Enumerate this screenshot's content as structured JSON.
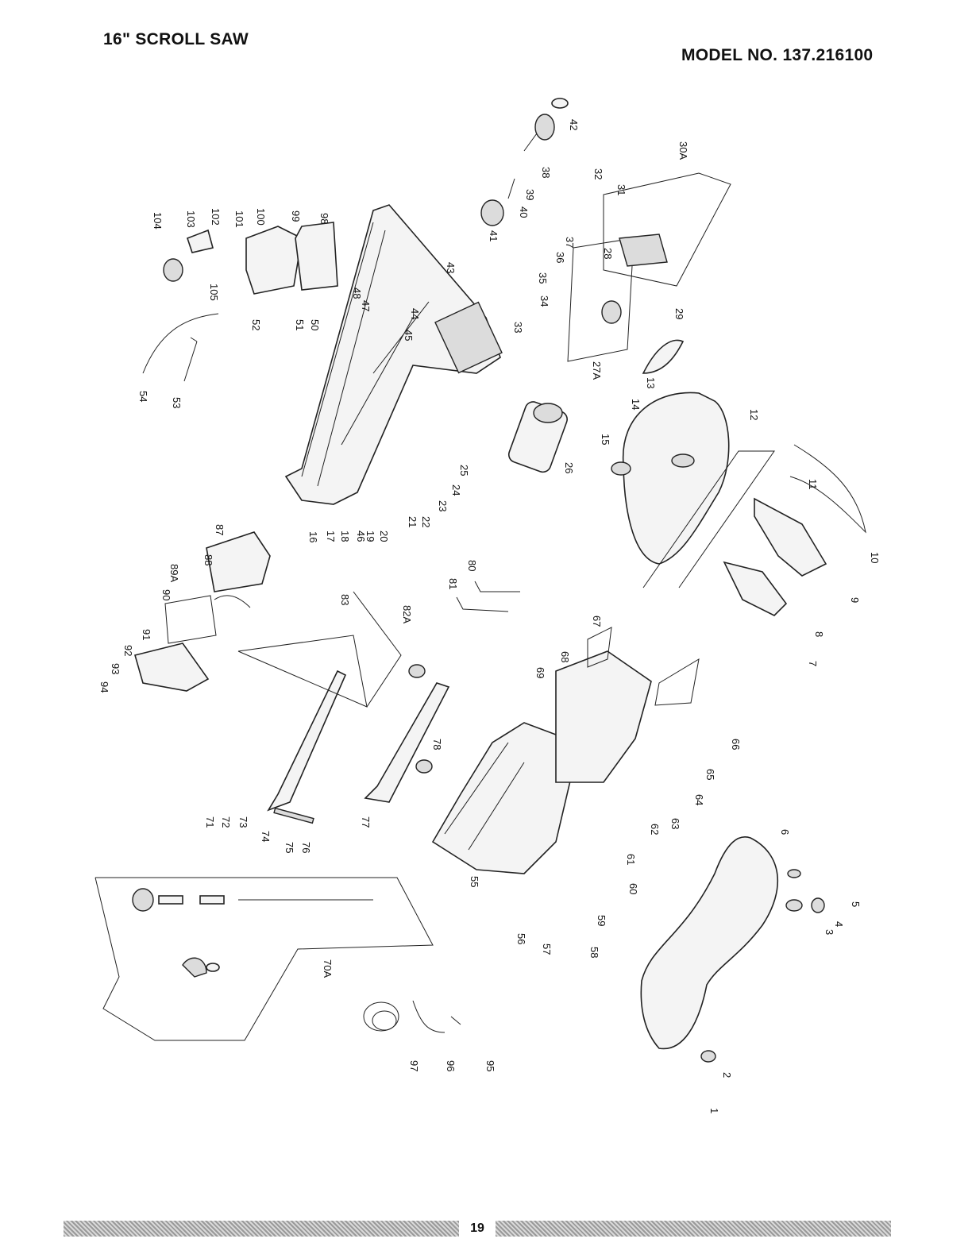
{
  "header": {
    "title": "16\" SCROLL SAW",
    "model": "MODEL NO. 137.216100"
  },
  "footer": {
    "page_number": "19"
  },
  "part_numbers": [
    "1",
    "2",
    "3",
    "4",
    "5",
    "6",
    "7",
    "8",
    "9",
    "10",
    "11",
    "12",
    "13",
    "14",
    "15",
    "16",
    "17",
    "18",
    "19",
    "20",
    "21",
    "22",
    "23",
    "24",
    "25",
    "26",
    "27A",
    "28",
    "29",
    "30A",
    "31",
    "32",
    "33",
    "34",
    "35",
    "36",
    "37",
    "38",
    "39",
    "40",
    "41",
    "42",
    "43",
    "44",
    "45",
    "46",
    "47",
    "48",
    "50",
    "51",
    "52",
    "53",
    "54",
    "55",
    "56",
    "57",
    "58",
    "59",
    "60",
    "61",
    "62",
    "63",
    "64",
    "65",
    "66",
    "67",
    "68",
    "69",
    "70A",
    "71",
    "72",
    "73",
    "74",
    "75",
    "76",
    "77",
    "78",
    "80",
    "81",
    "82A",
    "83",
    "87",
    "88",
    "89A",
    "90",
    "91",
    "92",
    "93",
    "94",
    "95",
    "96",
    "97",
    "98",
    "99",
    "100",
    "101",
    "102",
    "103",
    "104",
    "105"
  ]
}
